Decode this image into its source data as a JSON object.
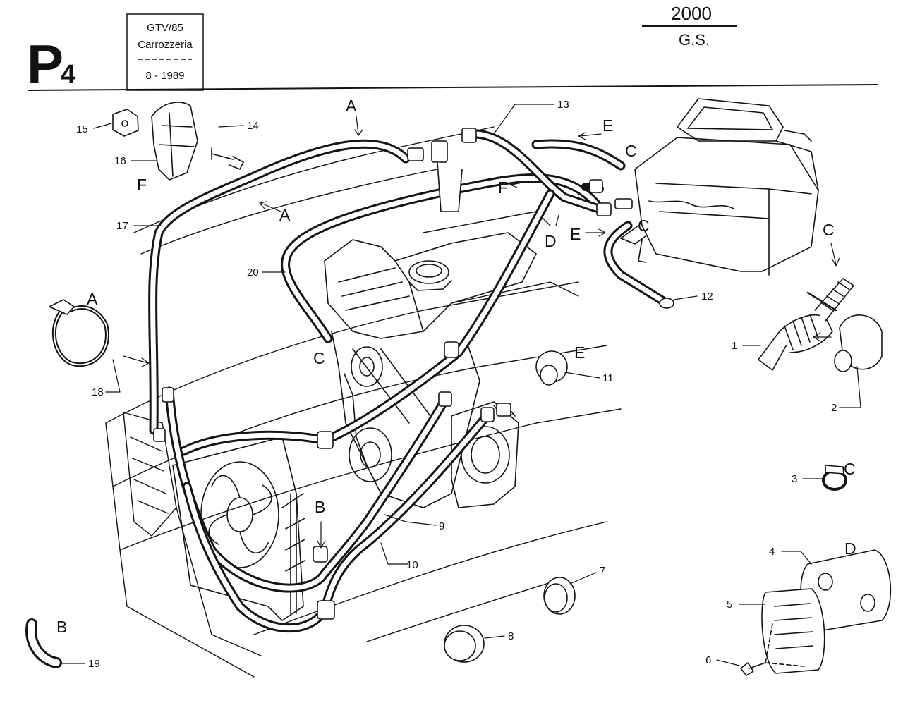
{
  "header": {
    "page_code": "P",
    "page_sub": "4",
    "model_box": {
      "line1": "GTV/85",
      "line2": "Carrozzeria",
      "date": "8 - 1989"
    },
    "engine": {
      "top": "2000",
      "bottom": "G.S."
    }
  },
  "callouts": {
    "n1": "1",
    "n2": "2",
    "n3": "3",
    "n4": "4",
    "n5": "5",
    "n6": "6",
    "n7": "7",
    "n8": "8",
    "n9": "9",
    "n10": "10",
    "n11": "11",
    "n12": "12",
    "n13": "13",
    "n14": "14",
    "n15": "15",
    "n16": "16",
    "n17": "17",
    "n18": "18",
    "n19": "19",
    "n20": "20"
  },
  "connection_letters": {
    "A": "A",
    "B": "B",
    "C": "C",
    "D": "D",
    "E": "E",
    "F": "F"
  }
}
